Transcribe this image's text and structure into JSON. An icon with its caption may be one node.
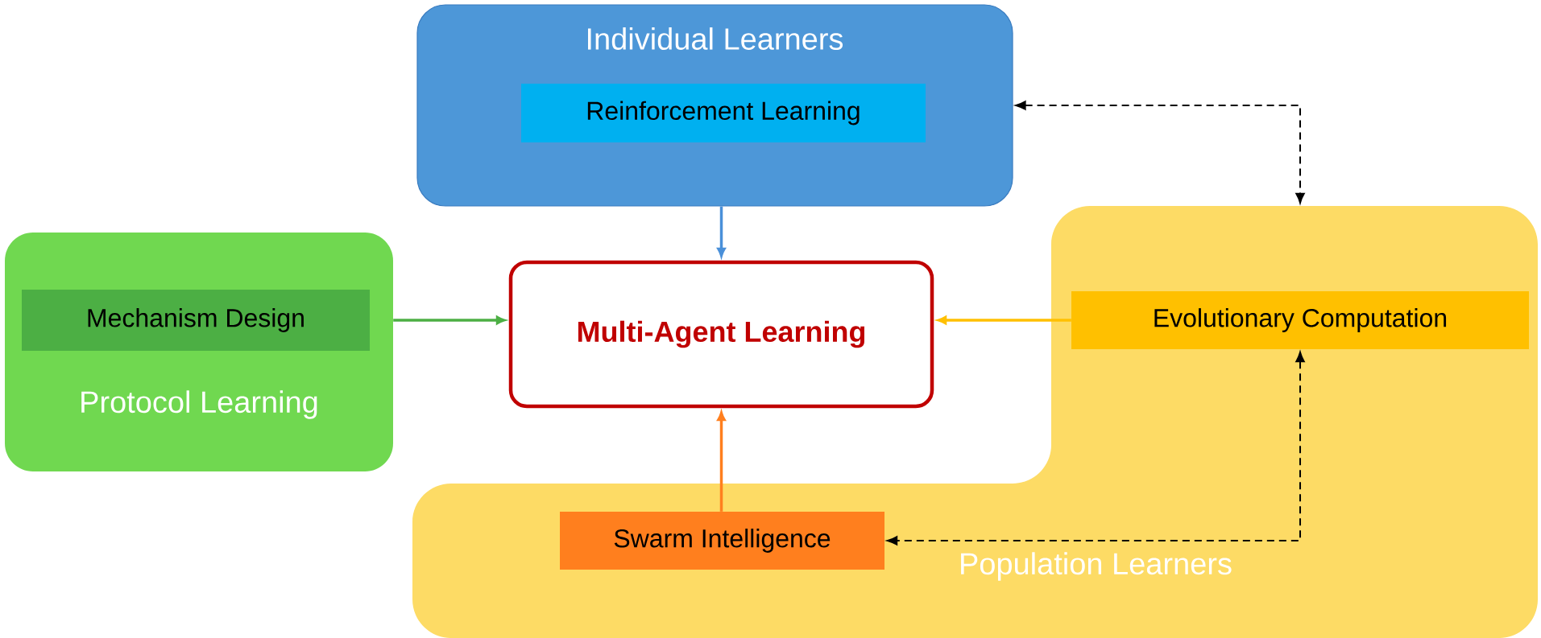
{
  "diagram": {
    "nodes": [
      {
        "text": [
          "Individual Learners"
        ]
      },
      {
        "text": [
          "Reinforcement Learning"
        ],
        "in": 0
      },
      {
        "text": [
          "Protocol Learning"
        ]
      },
      {
        "text": [
          "Mechanism Design"
        ],
        "in": 2
      },
      {
        "text": [
          "Multi-Agent Learning"
        ]
      },
      {
        "text": [
          "Population Learners"
        ]
      },
      {
        "text": [
          "Evolutionary Computation"
        ],
        "in": 5
      },
      {
        "text": [
          "Swarm Intelligence"
        ],
        "in": 5
      }
    ],
    "edges": [
      {
        "from": 0,
        "to": 4,
        "arrow": "to",
        "color": "#4a90d9"
      },
      {
        "from": 2,
        "to": 4,
        "arrow": "to",
        "color": "#4caf44"
      },
      {
        "from": 6,
        "to": 4,
        "arrow": "to",
        "color": "#ffc000"
      },
      {
        "from": 7,
        "to": 4,
        "arrow": "to",
        "color": "#ff7f1e"
      },
      {
        "from": 0,
        "to": 5,
        "arrow": "both",
        "style": "dashed"
      },
      {
        "from": 6,
        "to": 7,
        "arrow": "both",
        "style": "dashed"
      }
    ]
  }
}
